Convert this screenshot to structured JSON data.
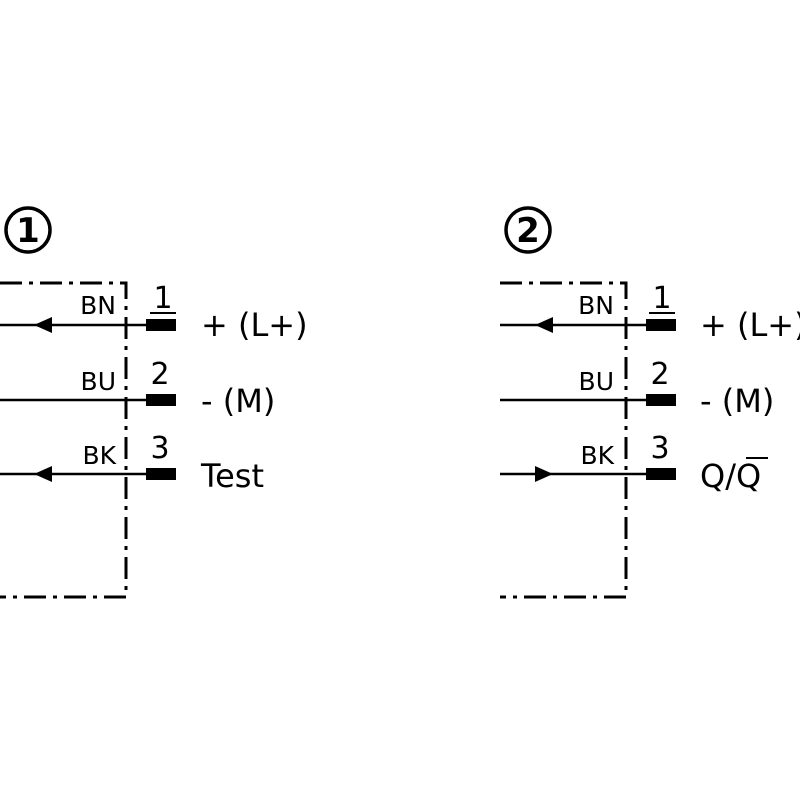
{
  "diagrams": [
    {
      "marker": "1",
      "wires": [
        {
          "code": "BN",
          "pin": "1",
          "signal": "+ (L+)",
          "arrow": "out"
        },
        {
          "code": "BU",
          "pin": "2",
          "signal": "- (M)",
          "arrow": "none"
        },
        {
          "code": "BK",
          "pin": "3",
          "signal": "Test",
          "arrow": "out"
        }
      ]
    },
    {
      "marker": "2",
      "wires": [
        {
          "code": "BN",
          "pin": "1",
          "signal": "+ (L+)",
          "arrow": "out"
        },
        {
          "code": "BU",
          "pin": "2",
          "signal": "- (M)",
          "arrow": "none"
        },
        {
          "code": "BK",
          "pin": "3",
          "signal": "Q/Q",
          "signal_overline_char": "Q",
          "arrow": "in"
        }
      ]
    }
  ]
}
